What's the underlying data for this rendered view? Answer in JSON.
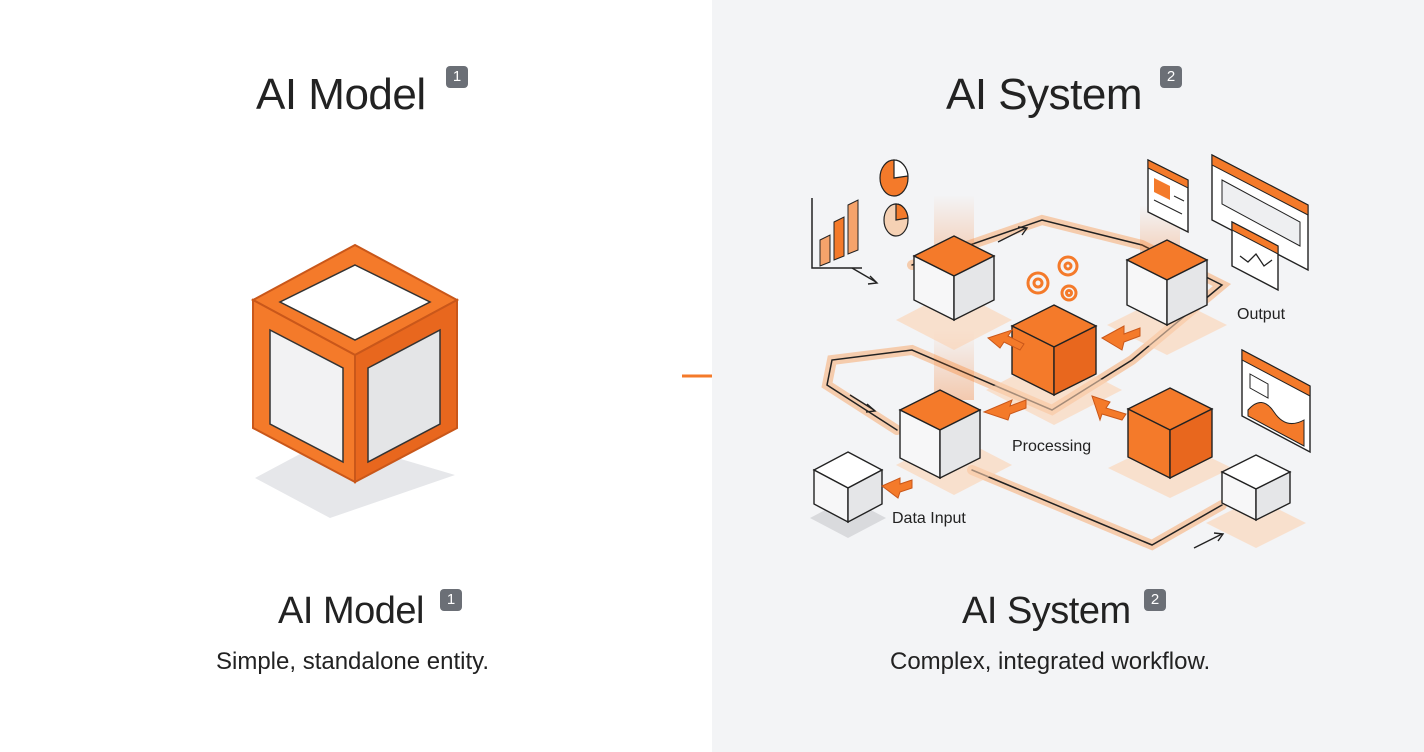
{
  "left": {
    "title": "AI Model",
    "title_badge": "1",
    "caption_title": "AI Model",
    "caption_badge": "1",
    "caption_subtitle": "Simple, standalone entity."
  },
  "right": {
    "title": "AI System",
    "title_badge": "2",
    "caption_title": "AI System",
    "caption_badge": "2",
    "caption_subtitle": "Complex, integrated workflow.",
    "labels": {
      "output": "Output",
      "processing": "Processing",
      "data_input": "Data Input"
    }
  },
  "colors": {
    "accent": "#f47a2a",
    "accent_dark": "#e2601a",
    "right_panel_bg": "#f3f4f6",
    "badge": "#6b6f76"
  }
}
